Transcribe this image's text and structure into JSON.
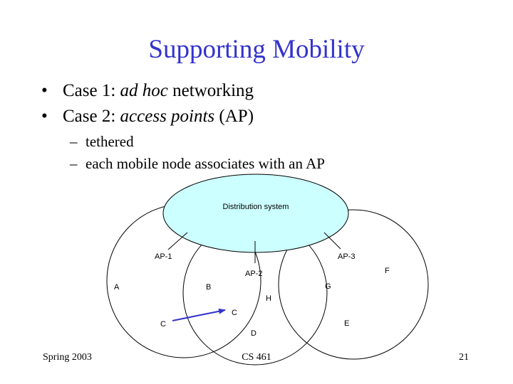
{
  "slide": {
    "title": "Supporting Mobility",
    "bullets": [
      {
        "prefix": "Case 1: ",
        "emphasis": "ad hoc",
        "suffix": " networking"
      },
      {
        "prefix": "Case 2: ",
        "emphasis": "access points",
        "suffix": " (AP)"
      }
    ],
    "sub_bullets": [
      "tethered",
      "each mobile node associates with an AP"
    ],
    "bullet_symbol": "•",
    "dash_symbol": "–"
  },
  "diagram": {
    "distribution_label": "Distribution system",
    "ap_labels": [
      "AP-1",
      "AP-2",
      "AP-3"
    ],
    "node_labels": {
      "a": "A",
      "b": "B",
      "c_start": "C",
      "c_end": "C",
      "d": "D",
      "e": "E",
      "f": "F",
      "g": "G",
      "h": "H"
    },
    "colors": {
      "distribution_fill": "#ccffff",
      "arrow": "#3333cc"
    }
  },
  "footer": {
    "left": "Spring 2003",
    "center": "CS 461",
    "page": "21"
  }
}
